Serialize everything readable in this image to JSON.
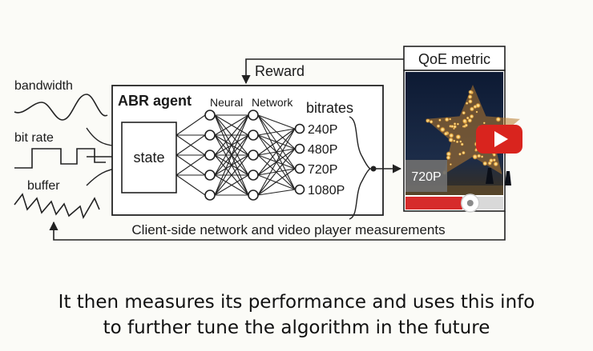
{
  "diagram": {
    "input_signals": [
      "bandwidth",
      "bit rate",
      "buffer"
    ],
    "agent_title": "ABR agent",
    "neural_network_label_1": "Neural",
    "neural_network_label_2": "Network",
    "state_label": "state",
    "bitrates_title": "bitrates",
    "bitrate_options": [
      "240P",
      "480P",
      "720P",
      "1080P"
    ],
    "reward_label": "Reward",
    "qoe_label": "QoE metric",
    "player_quality_badge": "720P",
    "feedback_label": "Client-side network and video player measurements",
    "playback_progress": 0.58,
    "colors": {
      "play_button": "#d9241e",
      "progress_bar": "#d62b2b",
      "sky": "#15233e"
    }
  },
  "caption": {
    "line1": "It then measures its performance and uses this info",
    "line2": "to further tune the algorithm in the future"
  }
}
